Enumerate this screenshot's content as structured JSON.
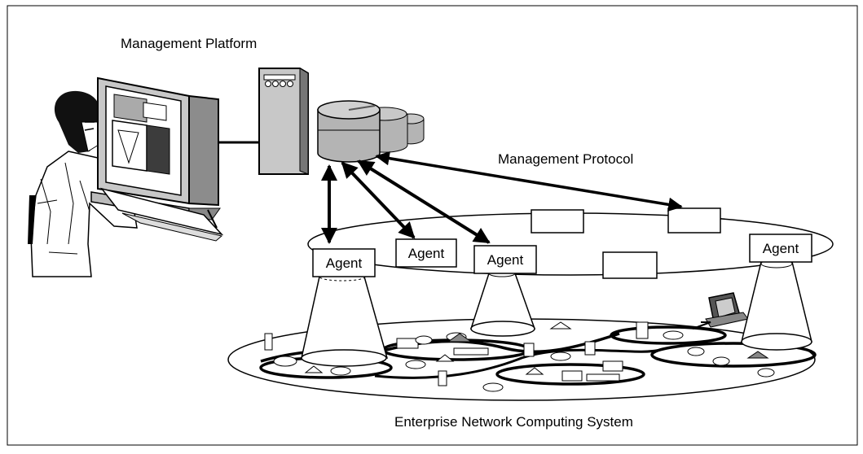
{
  "labels": {
    "management_platform": "Management Platform",
    "management_protocol": "Management Protocol",
    "enterprise_system": "Enterprise Network Computing System"
  },
  "agents": [
    "Agent",
    "Agent",
    "Agent",
    "Agent"
  ],
  "colors": {
    "line": "#000000",
    "background": "#ffffff",
    "monitor_gray": "#c8c8c8",
    "disk_gray": "#b4b4b4",
    "screen_dark": "#3c3c3c"
  },
  "icons": [
    "operator-figure",
    "computer-monitor",
    "keyboard",
    "server-tower",
    "disk-stack",
    "workstation-icon"
  ]
}
